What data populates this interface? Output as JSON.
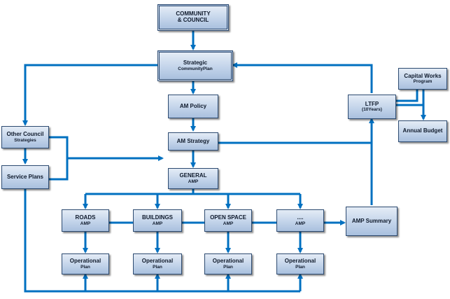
{
  "boxes": {
    "community": {
      "line1": "COMMUNITY",
      "line2": "& COUNCIL"
    },
    "strategic": {
      "line1": "Strategic",
      "line2": "CommunityPlan"
    },
    "am_policy": {
      "line1": "AM Policy",
      "line2": ""
    },
    "am_strategy": {
      "line1": "AM Strategy",
      "line2": ""
    },
    "general_amp": {
      "line1": "GENERAL",
      "line2": "AMP"
    },
    "other_council": {
      "line1": "Other Council",
      "line2": "Strategies"
    },
    "service_plans": {
      "line1": "Service Plans",
      "line2": ""
    },
    "ltfp": {
      "line1": "LTFP",
      "line2": "(10Years)"
    },
    "capital_works": {
      "line1": "Capital Works",
      "line2": "Program"
    },
    "annual_budget": {
      "line1": "Annual Budget",
      "line2": ""
    },
    "roads_amp": {
      "line1": "ROADS",
      "line2": "AMP"
    },
    "buildings_amp": {
      "line1": "BUILDINGS",
      "line2": "AMP"
    },
    "open_space_amp": {
      "line1": "OPEN SPACE",
      "line2": "AMP"
    },
    "other_amp": {
      "line1": "....",
      "line2": "AMP"
    },
    "amp_summary": {
      "line1": "AMP Summary",
      "line2": ""
    },
    "op_plan_1": {
      "line1": "Operational",
      "line2": "Plan"
    },
    "op_plan_2": {
      "line1": "Operational",
      "line2": "Plan"
    },
    "op_plan_3": {
      "line1": "Operational",
      "line2": "Plan"
    },
    "op_plan_4": {
      "line1": "Operational",
      "line2": "Plan"
    }
  },
  "colors": {
    "line": "#0070c0",
    "box_border": "#2c4a70"
  }
}
